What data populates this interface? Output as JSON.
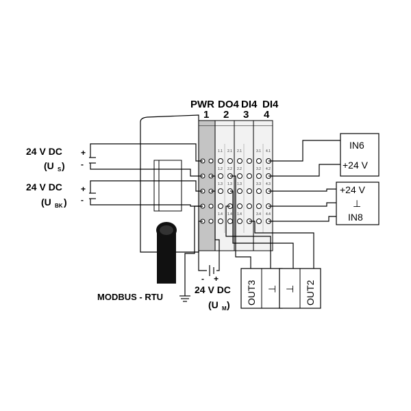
{
  "modules": [
    {
      "name": "PWR",
      "num": "1"
    },
    {
      "name": "DO4",
      "num": "2"
    },
    {
      "name": "DI4",
      "num": "3"
    },
    {
      "name": "DI4",
      "num": "4"
    }
  ],
  "supplies": {
    "us_voltage": "24 V DC",
    "us_label": "(U",
    "us_sub": "S",
    "ubk_voltage": "24 V DC",
    "ubk_label": "(U",
    "ubk_sub": "BK",
    "um_voltage": "24 V DC",
    "um_label": "(U",
    "um_sub": "M",
    "close_paren": ")",
    "plus": "+",
    "minus": "-"
  },
  "bus_label": "MODBUS - RTU",
  "boxes": {
    "in6": "IN6",
    "in6_supply": "+24 V",
    "in8_supply": "+24 V",
    "in8_ground": "⊥",
    "in8": "IN8",
    "out3": "OUT3",
    "out3_ground": "⊥",
    "out2": "OUT2",
    "out2_ground": "⊥"
  },
  "terminal_labels": {
    "m2": [
      "2.1",
      "2.2",
      "1.3",
      "1.4"
    ],
    "m3": [
      "2.1",
      "2.2",
      "1.3",
      "1.4"
    ],
    "m4": [
      "3.1",
      "3.2",
      "3.3",
      "3.4"
    ],
    "m5": [
      "4.1",
      "4.2",
      "4.3",
      "4.4"
    ],
    "m2b": [
      "1.1",
      "1.2",
      "1.3",
      "1.4"
    ]
  }
}
